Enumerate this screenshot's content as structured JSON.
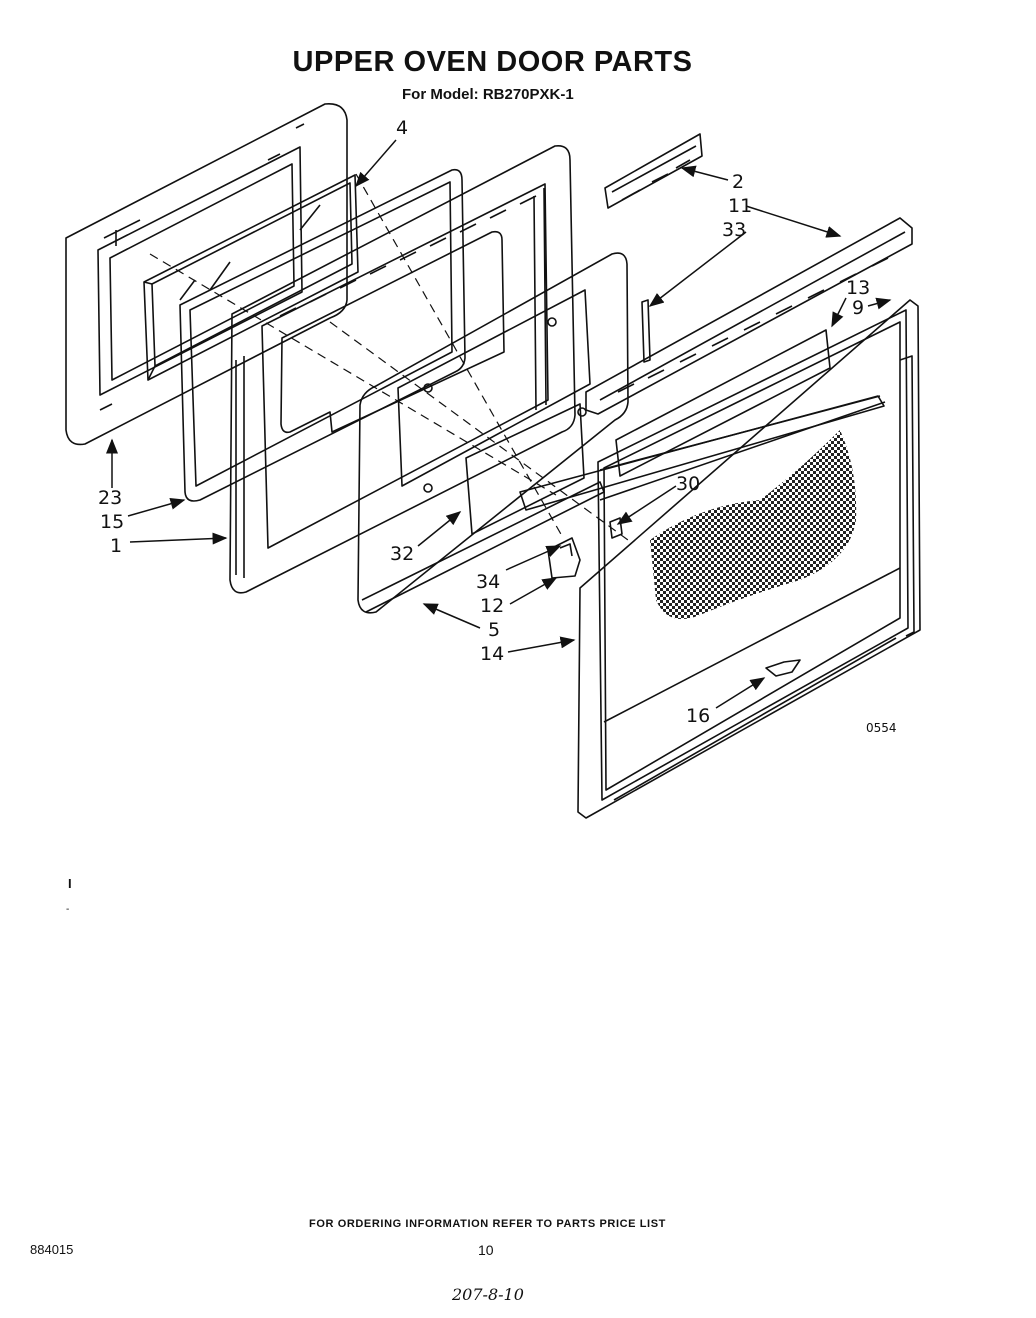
{
  "title": "UPPER OVEN DOOR PARTS",
  "subtitle": "For Model: RB270PXK-1",
  "figure_code": "0554",
  "callouts": {
    "c4": "4",
    "c2": "2",
    "c11": "11",
    "c33": "33",
    "c13": "13",
    "c9": "9",
    "c23": "23",
    "c15": "15",
    "c1": "1",
    "c32": "32",
    "c30": "30",
    "c34": "34",
    "c12": "12",
    "c5": "5",
    "c14": "14",
    "c16": "16"
  },
  "footer": {
    "ordering_note": "FOR ORDERING INFORMATION REFER TO PARTS PRICE LIST",
    "doc_number": "884015",
    "page_number": "10",
    "handwritten": "207-8-10"
  },
  "margin_marks": {
    "mark_a": "I",
    "mark_b": "-"
  }
}
